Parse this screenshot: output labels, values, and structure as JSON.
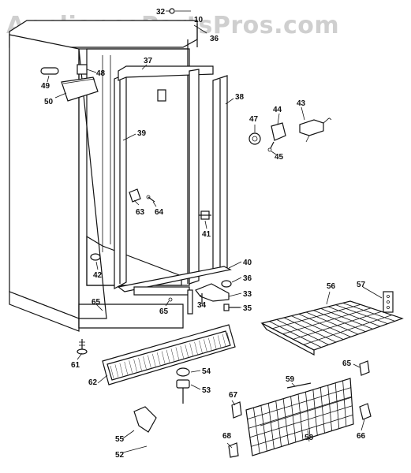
{
  "watermark": "AppliancePartsPros.com",
  "labels": {
    "l32": "32",
    "l10": "10",
    "l36a": "36",
    "l37": "37",
    "l38": "38",
    "l48": "48",
    "l49": "49",
    "l50": "50",
    "l39": "39",
    "l47": "47",
    "l44": "44",
    "l43": "43",
    "l45": "45",
    "l63": "63",
    "l64": "64",
    "l41": "41",
    "l42": "42",
    "l40": "40",
    "l36b": "36",
    "l33": "33",
    "l34": "34",
    "l35": "35",
    "l65a": "65",
    "l65b": "65",
    "l56": "56",
    "l57": "57",
    "l61": "61",
    "l62": "62",
    "l54": "54",
    "l53": "53",
    "l65c": "65",
    "l59": "59",
    "l67": "67",
    "l55": "55",
    "l52": "52",
    "l68": "68",
    "l58": "58",
    "l66": "66"
  }
}
